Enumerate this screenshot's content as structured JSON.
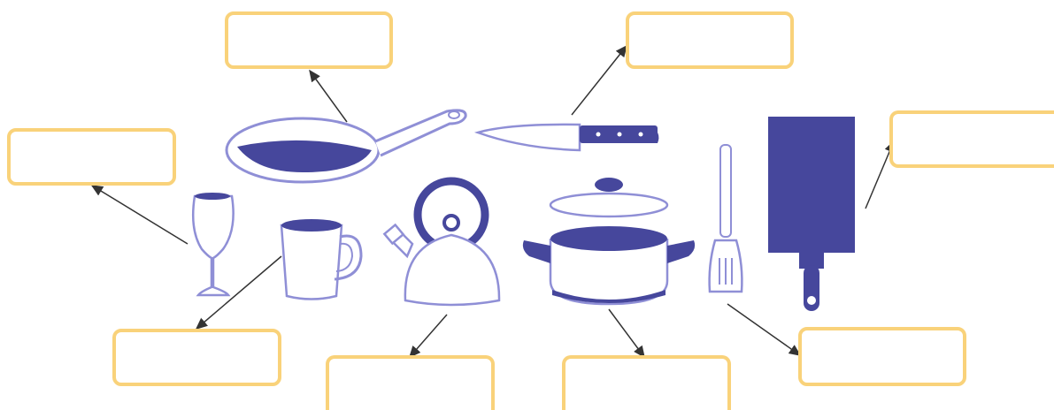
{
  "worksheet": {
    "boxes": [
      {
        "id": "frying-pan",
        "text": ""
      },
      {
        "id": "knife",
        "text": ""
      },
      {
        "id": "wine-glass",
        "text": ""
      },
      {
        "id": "cutting-board",
        "text": ""
      },
      {
        "id": "mug",
        "text": ""
      },
      {
        "id": "kettle",
        "text": ""
      },
      {
        "id": "pot",
        "text": ""
      },
      {
        "id": "spatula",
        "text": ""
      }
    ]
  },
  "colors": {
    "box_border": "#f9d27a",
    "item_fill": "#46479c",
    "item_outline": "#8f8fd6",
    "arrow": "#333333"
  },
  "icons": [
    "frying-pan-icon",
    "knife-icon",
    "wine-glass-icon",
    "mug-icon",
    "kettle-icon",
    "pot-icon",
    "spatula-icon",
    "cutting-board-icon"
  ]
}
